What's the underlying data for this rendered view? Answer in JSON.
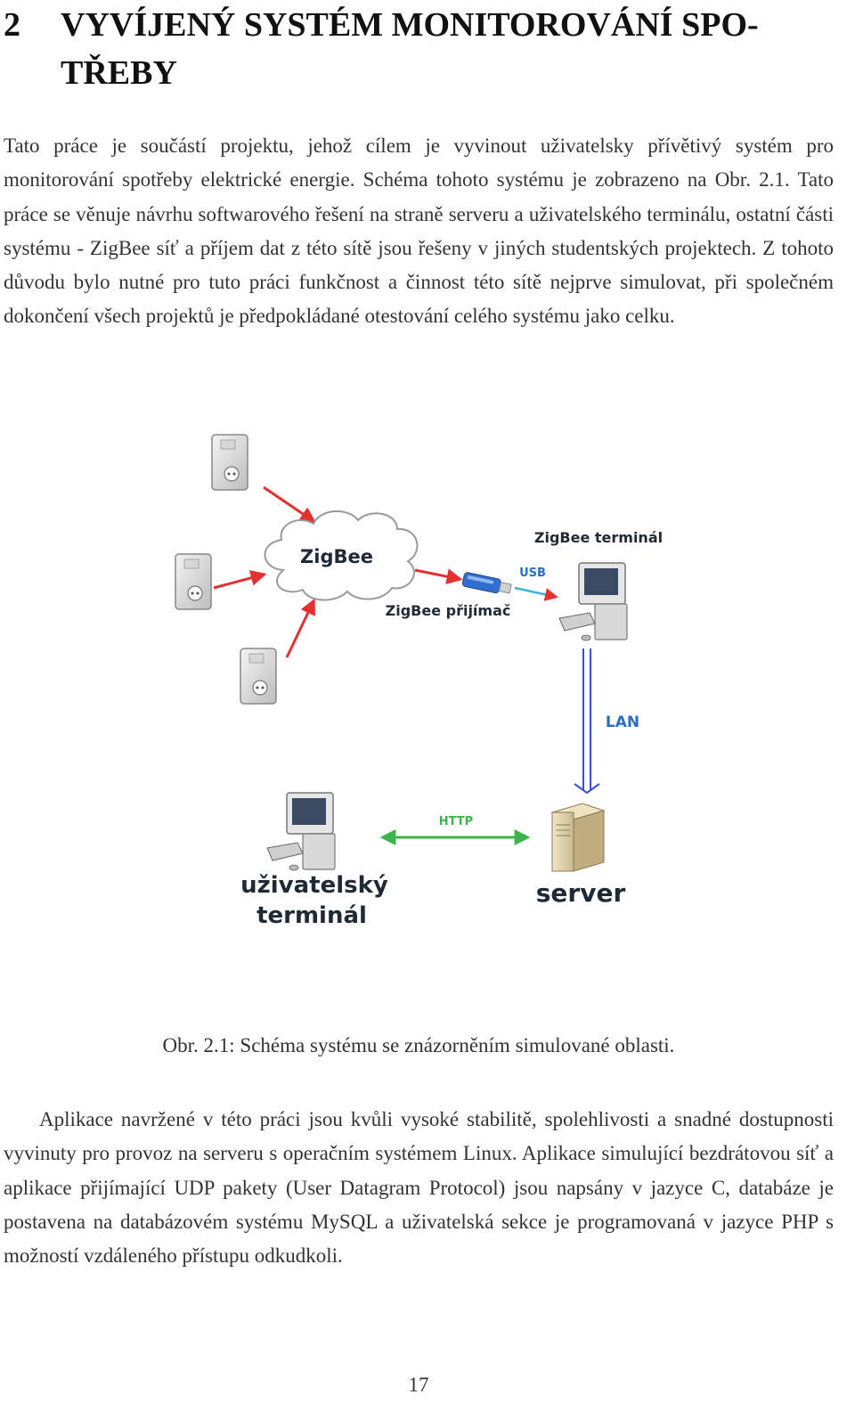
{
  "heading": {
    "number": "2",
    "line1": "VYVÍJENÝ SYSTÉM MONITOROVÁNÍ SPO-",
    "line2": "TŘEBY"
  },
  "paragraph1": "Tato práce je součástí projektu, jehož cílem je vyvinout uživatelsky přívětivý systém pro monitorování spotřeby elektrické energie. Schéma tohoto systému je zobrazeno na Obr. 2.1. Tato práce se věnuje návrhu softwarového řešení na straně serveru a uživatelského terminálu, ostatní části systému - ZigBee síť a příjem dat z této sítě jsou řešeny v jiných studentských projektech. Z tohoto důvodu bylo nutné pro tuto práci funkčnost a činnost této sítě nejprve simulovat, při společném dokončení všech projektů je předpokládané otestování celého systému jako celku.",
  "figure": {
    "zigbee": "ZigBee",
    "zigbee_terminal": "ZigBee terminál",
    "usb": "USB",
    "zigbee_receiver": "ZigBee přijímač",
    "lan": "LAN",
    "http": "HTTP",
    "user_terminal_line1": "uživatelský",
    "user_terminal_line2": "terminál",
    "server": "server",
    "colors": {
      "red_arrow": "#e53030",
      "blue_arrow": "#3a4fd6",
      "green_arrow": "#3cb44b",
      "label_blue": "#2a6fc4",
      "label_dark": "#1f2a36"
    }
  },
  "caption": "Obr. 2.1: Schéma systému se znázorněním simulované oblasti.",
  "paragraph2": "Aplikace navržené v této práci jsou kvůli vysoké stabilitě, spolehlivosti a snadné dostupnosti vyvinuty pro provoz na serveru s operačním systémem Linux. Aplikace simulující bezdrátovou síť a aplikace přijímající UDP pakety (User Datagram Protocol) jsou napsány v jazyce C, databáze je postavena na databázovém systému MySQL a uživatelská sekce je programovaná v jazyce PHP s možností vzdáleného přístupu odkudkoli.",
  "page_number": "17"
}
